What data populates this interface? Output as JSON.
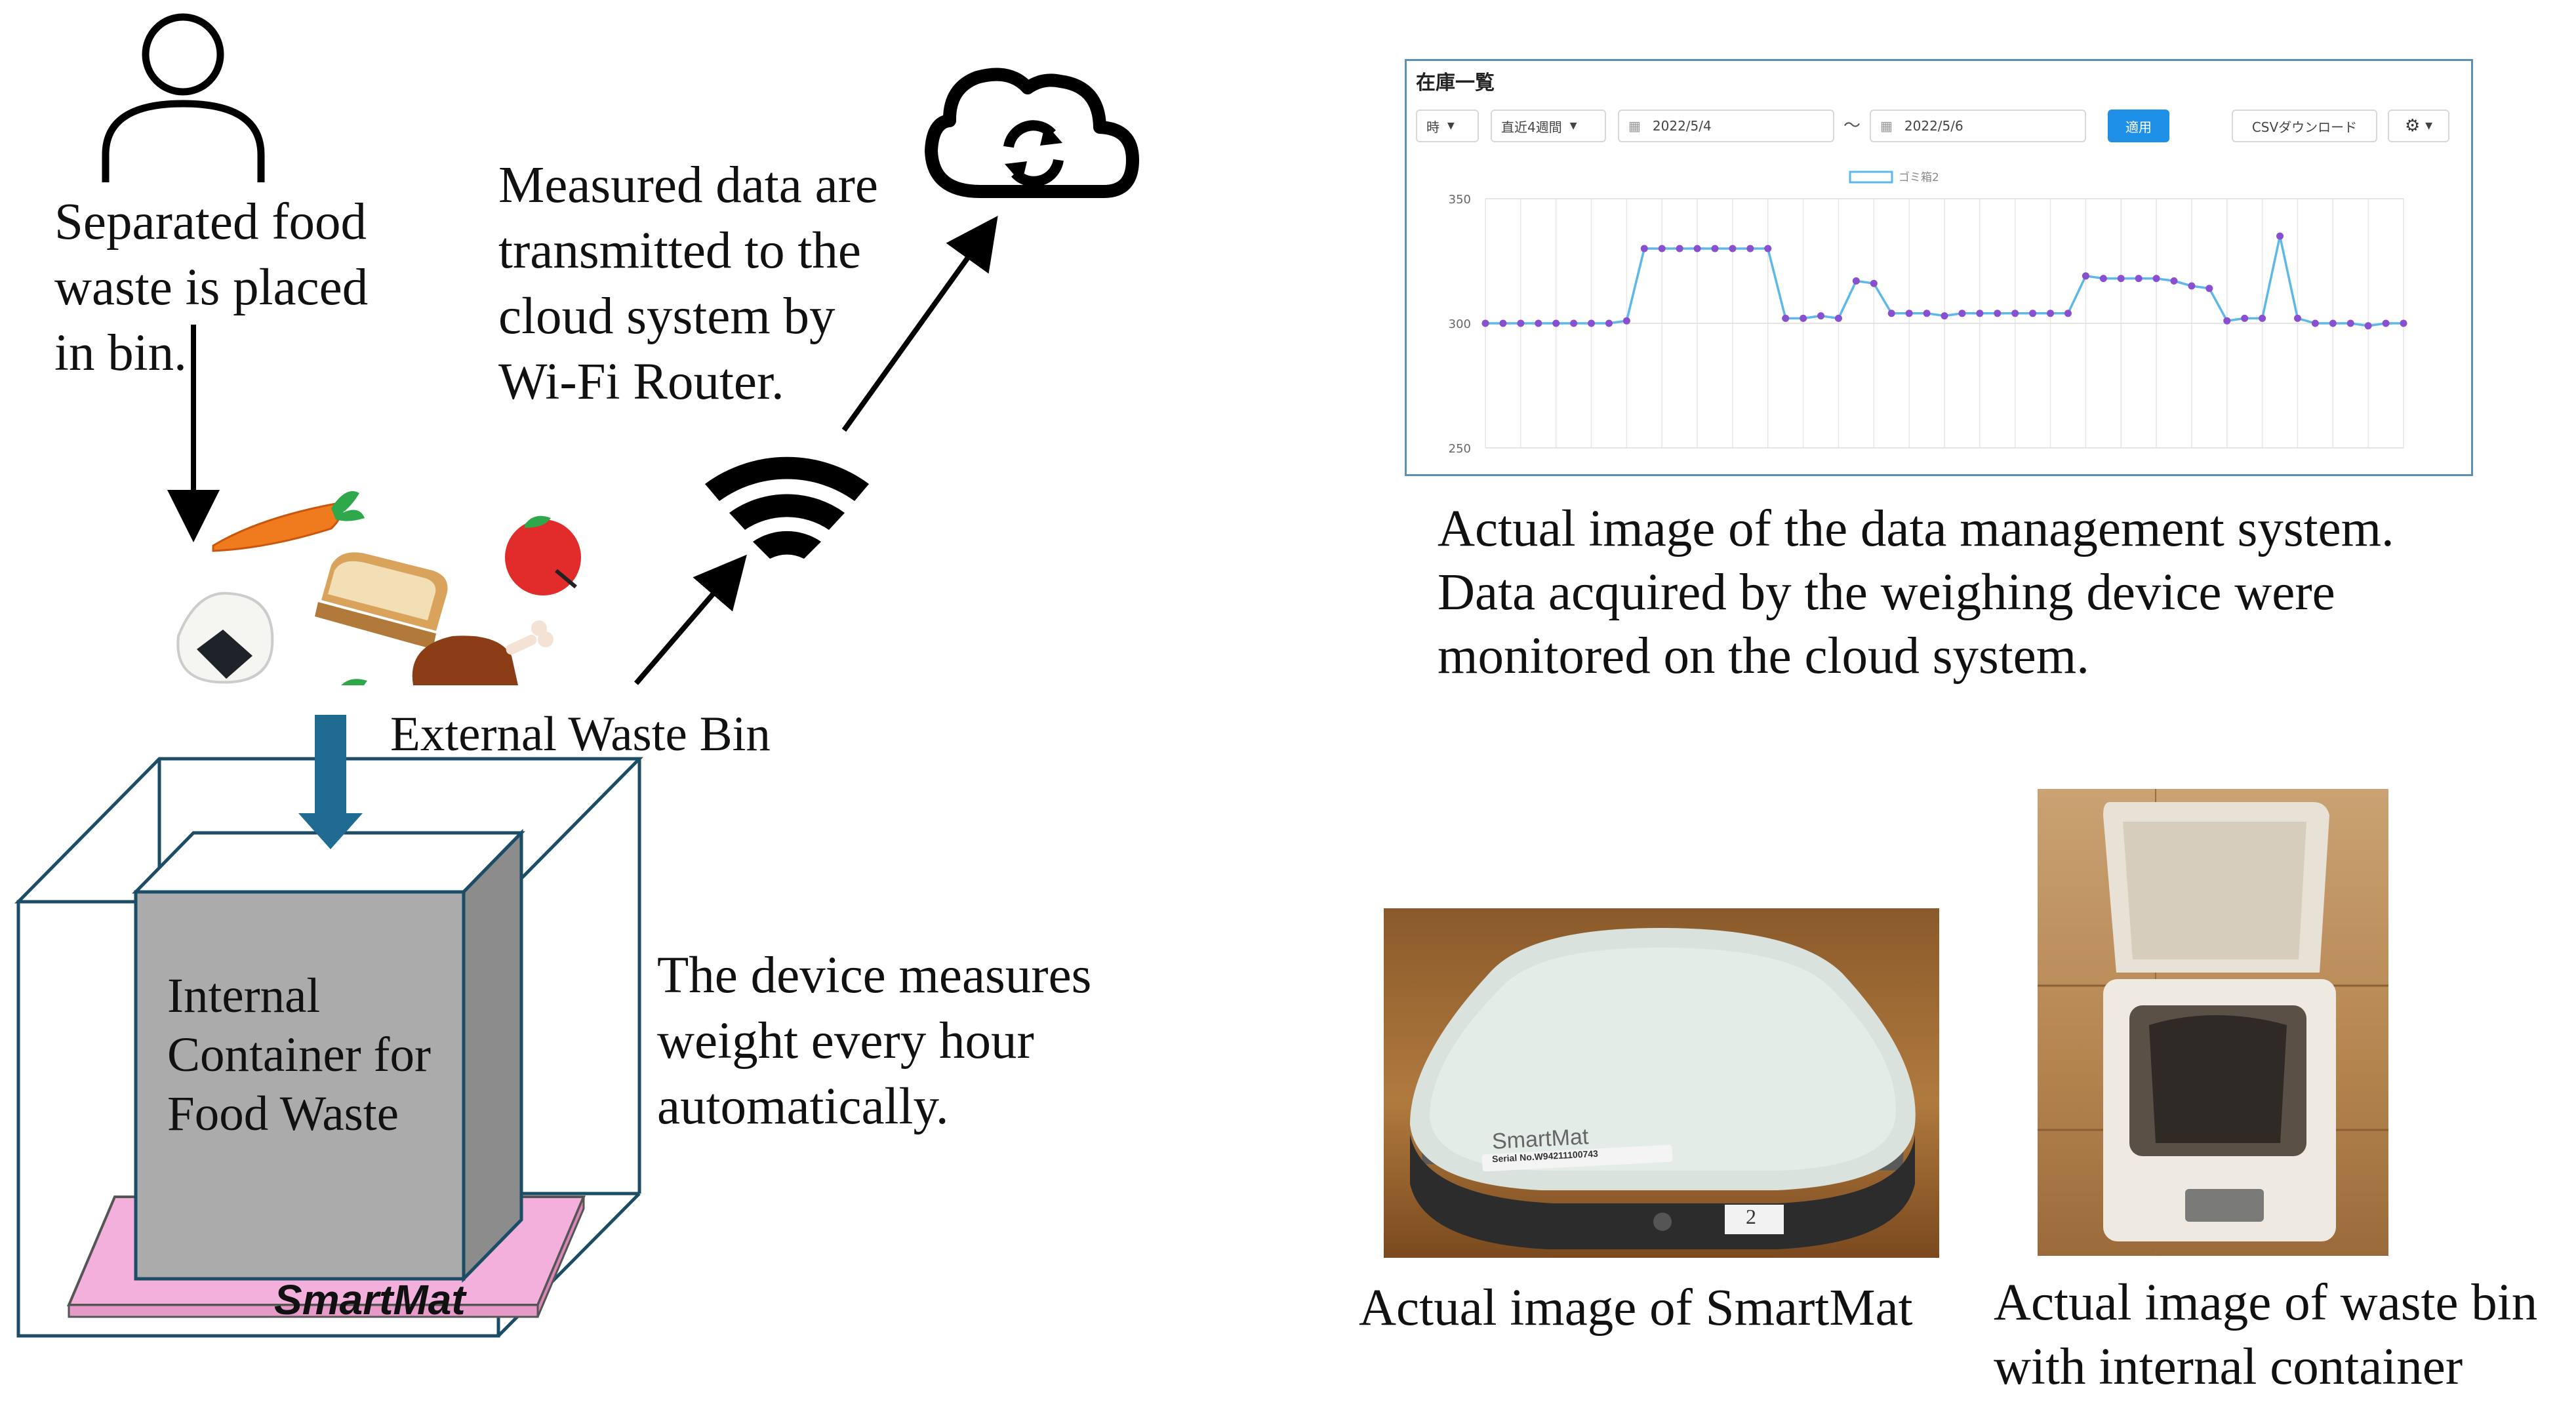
{
  "left": {
    "person_caption": [
      "Separated food",
      "waste is placed",
      "in bin."
    ],
    "cloud_caption": [
      "Measured data are",
      "transmitted to the",
      "cloud system by",
      "Wi-Fi Router."
    ],
    "external_bin_label": "External Waste Bin",
    "internal_container_label": [
      "Internal",
      "Container for",
      "Food Waste"
    ],
    "smartmat_label": "SmartMat",
    "device_caption": [
      "The device measures",
      "weight every hour",
      "automatically."
    ]
  },
  "right": {
    "dm_caption": [
      "Actual image of the data management system.",
      "Data acquired by the weighing device were",
      "monitored on the cloud system."
    ],
    "smartmat_photo_caption": "Actual image of SmartMat",
    "bin_photo_caption": [
      "Actual image of waste bin",
      "with internal container"
    ],
    "smartmat_photo_text": {
      "brand": "SmartMat",
      "serial": "Serial No.W94211100743",
      "number": "2"
    }
  },
  "dm": {
    "title": "在庫一覧",
    "controls": {
      "interval": "時",
      "range": "直近4週間",
      "date_from": "2022/5/4",
      "tilde": "～",
      "date_to": "2022/5/6",
      "apply": "適用",
      "csv": "CSVダウンロード"
    },
    "icons": {
      "dropdown": "caret-down-icon",
      "calendar": "calendar-icon",
      "settings": "gear-icon"
    }
  },
  "chart_data": {
    "type": "line",
    "title": "",
    "series": [
      {
        "name": "ゴミ箱2",
        "values": [
          300,
          300,
          300,
          300,
          300,
          300,
          300,
          300,
          301,
          330,
          330,
          330,
          330,
          330,
          330,
          330,
          330,
          302,
          302,
          303,
          302,
          317,
          316,
          304,
          304,
          304,
          303,
          304,
          304,
          304,
          304,
          304,
          304,
          304,
          319,
          318,
          318,
          318,
          318,
          317,
          315,
          314,
          301,
          302,
          302,
          335,
          302,
          300,
          300,
          300,
          299,
          300,
          300
        ]
      }
    ],
    "ylim": [
      250,
      350
    ],
    "yticks": [
      250,
      300,
      350
    ],
    "grid": true,
    "legend": "top-center",
    "colors": {
      "line": "#5bb8e8",
      "marker": "#8a4fd0"
    }
  }
}
